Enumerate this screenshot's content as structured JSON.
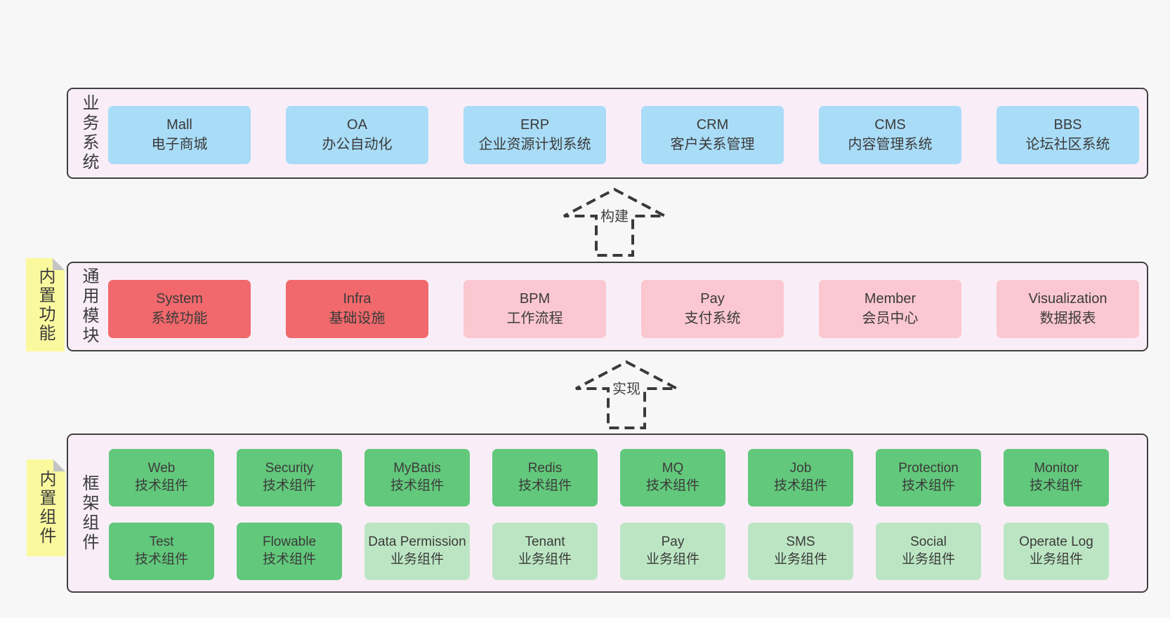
{
  "diagram": {
    "colors": {
      "page_bg": "#f7f7f7",
      "band_bg": "#f9eef8",
      "band_border": "#404040",
      "blue_box": "#a9dcf7",
      "red_box": "#f1696c",
      "pink_box": "#fbc7d0",
      "green_dark_box": "#62c87b",
      "green_light_box": "#bce6c3",
      "sticky_yellow": "#fbf99e",
      "text": "#3b3b3b"
    },
    "arrows": [
      {
        "label": "构建"
      },
      {
        "label": "实现"
      }
    ],
    "bands": [
      {
        "label": "业务系统",
        "boxes": [
          {
            "en": "Mall",
            "zh": "电子商城"
          },
          {
            "en": "OA",
            "zh": "办公自动化"
          },
          {
            "en": "ERP",
            "zh": "企业资源计划系统"
          },
          {
            "en": "CRM",
            "zh": "客户关系管理"
          },
          {
            "en": "CMS",
            "zh": "内容管理系统"
          },
          {
            "en": "BBS",
            "zh": "论坛社区系统"
          }
        ]
      },
      {
        "label": "通用模块",
        "sticky": "内置功能",
        "boxes": [
          {
            "en": "System",
            "zh": "系统功能"
          },
          {
            "en": "Infra",
            "zh": "基础设施"
          },
          {
            "en": "BPM",
            "zh": "工作流程"
          },
          {
            "en": "Pay",
            "zh": "支付系统"
          },
          {
            "en": "Member",
            "zh": "会员中心"
          },
          {
            "en": "Visualization",
            "zh": "数据报表"
          }
        ]
      },
      {
        "label": "框架组件",
        "sticky": "内置组件",
        "rows": [
          [
            {
              "en": "Web",
              "zh": "技术组件"
            },
            {
              "en": "Security",
              "zh": "技术组件"
            },
            {
              "en": "MyBatis",
              "zh": "技术组件"
            },
            {
              "en": "Redis",
              "zh": "技术组件"
            },
            {
              "en": "MQ",
              "zh": "技术组件"
            },
            {
              "en": "Job",
              "zh": "技术组件"
            },
            {
              "en": "Protection",
              "zh": "技术组件"
            },
            {
              "en": "Monitor",
              "zh": "技术组件"
            }
          ],
          [
            {
              "en": "Test",
              "zh": "技术组件"
            },
            {
              "en": "Flowable",
              "zh": "技术组件"
            },
            {
              "en": "Data Permission",
              "zh": "业务组件"
            },
            {
              "en": "Tenant",
              "zh": "业务组件"
            },
            {
              "en": "Pay",
              "zh": "业务组件"
            },
            {
              "en": "SMS",
              "zh": "业务组件"
            },
            {
              "en": "Social",
              "zh": "业务组件"
            },
            {
              "en": "Operate Log",
              "zh": "业务组件"
            }
          ]
        ]
      }
    ]
  }
}
